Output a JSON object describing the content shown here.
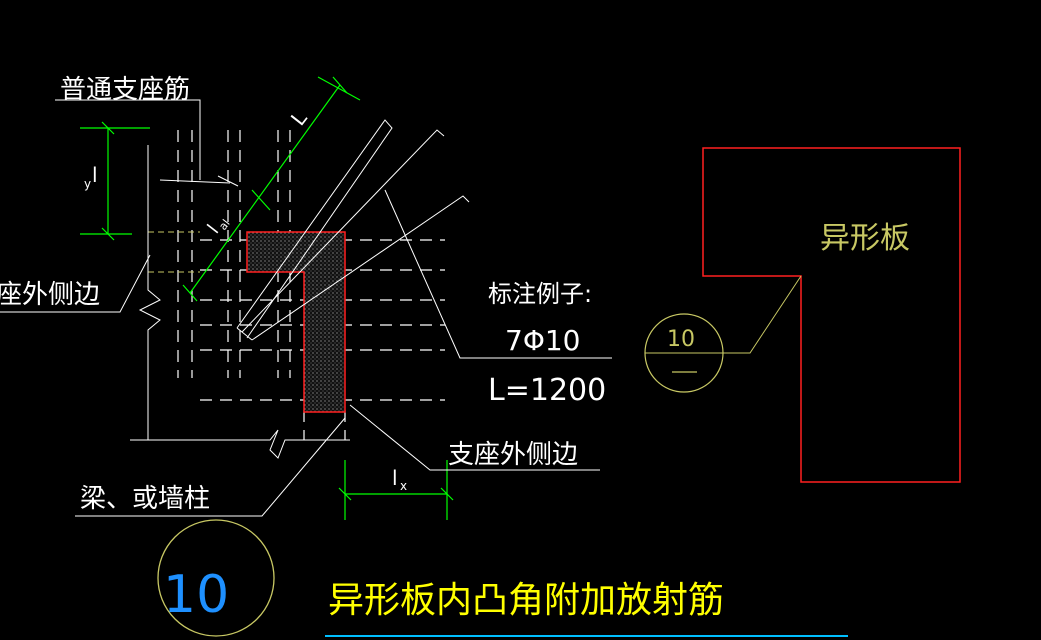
{
  "labels": {
    "support_rebar": "普通支座筋",
    "support_outer_left": "座外侧边",
    "support_outer_right": "支座外侧边",
    "beam_or_wall": "梁、或墙柱",
    "annotation_example": "标注例子:",
    "rebar_spec": "7Φ10",
    "length_spec": "L=1200",
    "irregular_slab": "异形板",
    "dim_l": "L",
    "dim_ly": "l",
    "dim_ly_sub": "y",
    "dim_lx": "l",
    "dim_lx_sub": "x",
    "dim_lal": "l",
    "dim_lal_sub": "al",
    "detail_no": "10",
    "ref_no": "10",
    "title": "异形板内凸角附加放射筋"
  },
  "colors": {
    "background": "#000000",
    "rebar": "#ffffff",
    "dimension": "#00ff00",
    "text": "#ffffff",
    "outline_red": "#ff0000",
    "concrete_fill": "#404040",
    "yellow_green": "#c8c864",
    "title_yellow": "#ffff00",
    "detail_blue": "#00bfff",
    "underline": "#00bfff"
  }
}
